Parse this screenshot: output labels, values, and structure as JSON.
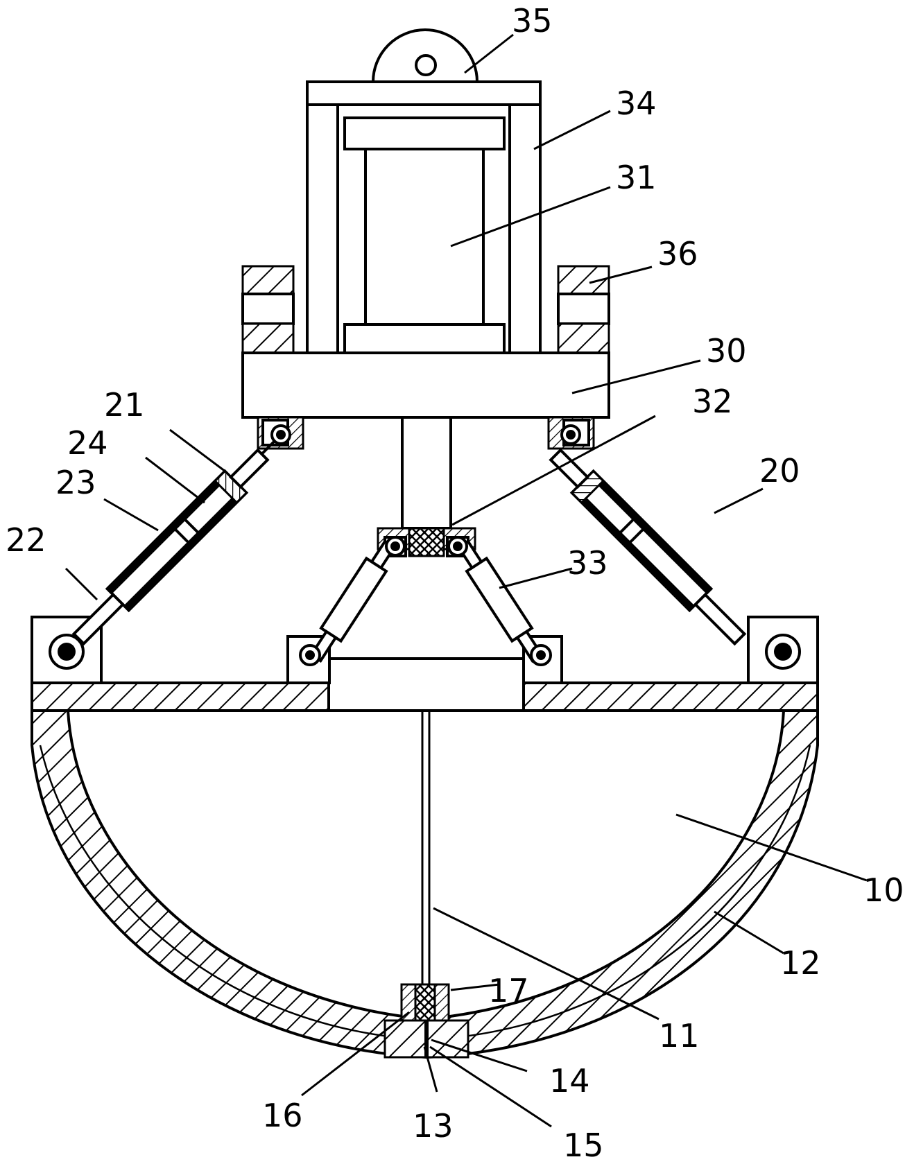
{
  "labels": {
    "l10": "10",
    "l11": "11",
    "l12": "12",
    "l13": "13",
    "l14": "14",
    "l15": "15",
    "l16": "16",
    "l17": "17",
    "l20": "20",
    "l21": "21",
    "l22": "22",
    "l23": "23",
    "l24": "24",
    "l30": "30",
    "l31": "31",
    "l32": "32",
    "l33": "33",
    "l34": "34",
    "l35": "35",
    "l36": "36"
  }
}
